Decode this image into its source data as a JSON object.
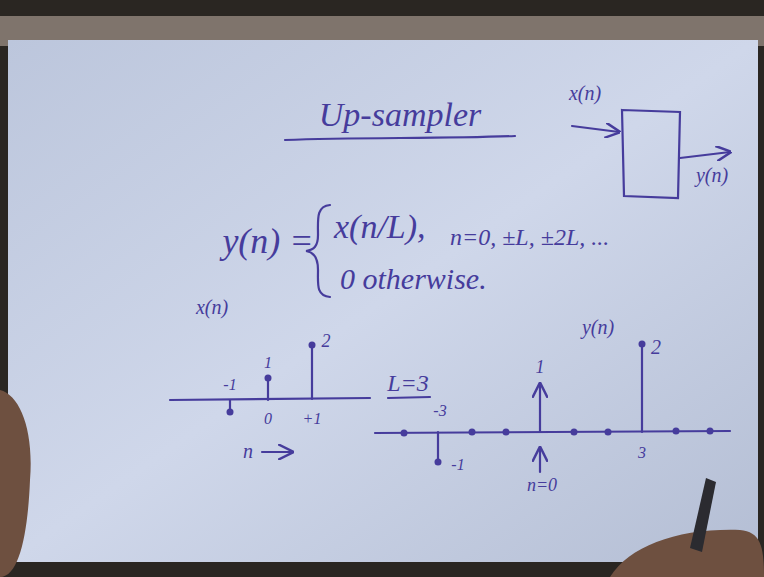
{
  "diagram": {
    "title": "Up-sampler",
    "labels": [
      "x(n)",
      "y(n)",
      "y(n) =",
      "x(n/L),",
      "n=0, ±L, ±2L, ...",
      "0 otherwise.",
      "x(n)",
      "-1",
      "1",
      "2",
      "0",
      "+1",
      "n",
      "L=3",
      "y(n)",
      "-3",
      "-1",
      "1",
      "2",
      "3",
      "n=0"
    ]
  }
}
